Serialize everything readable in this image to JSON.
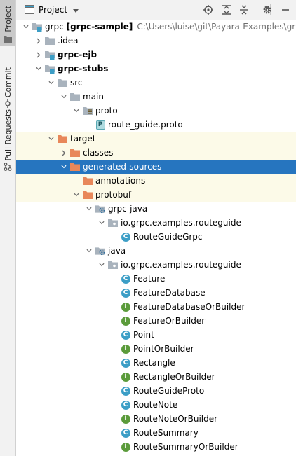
{
  "sidebar": {
    "tabs": [
      {
        "label": "Project",
        "active": true
      },
      {
        "label": "Commit",
        "active": false
      },
      {
        "label": "Pull Requests",
        "active": false
      }
    ]
  },
  "toolbar": {
    "title": "Project",
    "buttons": [
      "locate-icon",
      "expand-all-icon",
      "collapse-all-icon",
      "gear-icon",
      "hide-icon"
    ]
  },
  "colors": {
    "selection": "#2675bf",
    "excluded_row": "#fcfae8",
    "folder": "#a9b3bd",
    "orange_folder": "#e8875a",
    "class_icon": "#3c9ec6",
    "interface_icon": "#5b9b3b"
  },
  "tree": [
    {
      "name": "grpc [grpc-sample]",
      "sub": "C:\\Users\\luise\\git\\Payara-Examples\\grpc",
      "depth": 0,
      "arrow": "down",
      "icon": "module-folder",
      "bold": false
    },
    {
      "name": ".idea",
      "depth": 1,
      "arrow": "right",
      "icon": "folder"
    },
    {
      "name": "grpc-ejb",
      "depth": 1,
      "arrow": "right",
      "icon": "module-folder",
      "bold": true
    },
    {
      "name": "grpc-stubs",
      "depth": 1,
      "arrow": "down",
      "icon": "module-folder",
      "bold": true
    },
    {
      "name": "src",
      "depth": 2,
      "arrow": "down",
      "icon": "folder"
    },
    {
      "name": "main",
      "depth": 3,
      "arrow": "down",
      "icon": "folder"
    },
    {
      "name": "proto",
      "depth": 4,
      "arrow": "down",
      "icon": "resource-folder"
    },
    {
      "name": "route_guide.proto",
      "depth": 5,
      "arrow": "none",
      "icon": "proto-file"
    },
    {
      "name": "target",
      "depth": 2,
      "arrow": "down",
      "icon": "orange-folder",
      "excluded": true
    },
    {
      "name": "classes",
      "depth": 3,
      "arrow": "right",
      "icon": "orange-folder",
      "excluded": true
    },
    {
      "name": "generated-sources",
      "depth": 3,
      "arrow": "down",
      "icon": "orange-folder",
      "selected": true
    },
    {
      "name": "annotations",
      "depth": 4,
      "arrow": "none",
      "icon": "orange-folder",
      "excluded": true
    },
    {
      "name": "protobuf",
      "depth": 4,
      "arrow": "down",
      "icon": "orange-folder",
      "excluded": true
    },
    {
      "name": "grpc-java",
      "depth": 5,
      "arrow": "down",
      "icon": "gen-source-root"
    },
    {
      "name": "io.grpc.examples.routeguide",
      "depth": 6,
      "arrow": "down",
      "icon": "package"
    },
    {
      "name": "RouteGuideGrpc",
      "depth": 7,
      "arrow": "none",
      "icon": "class"
    },
    {
      "name": "java",
      "depth": 5,
      "arrow": "down",
      "icon": "gen-source-root"
    },
    {
      "name": "io.grpc.examples.routeguide",
      "depth": 6,
      "arrow": "down",
      "icon": "package"
    },
    {
      "name": "Feature",
      "depth": 7,
      "arrow": "none",
      "icon": "class"
    },
    {
      "name": "FeatureDatabase",
      "depth": 7,
      "arrow": "none",
      "icon": "class"
    },
    {
      "name": "FeatureDatabaseOrBuilder",
      "depth": 7,
      "arrow": "none",
      "icon": "interface"
    },
    {
      "name": "FeatureOrBuilder",
      "depth": 7,
      "arrow": "none",
      "icon": "interface"
    },
    {
      "name": "Point",
      "depth": 7,
      "arrow": "none",
      "icon": "class"
    },
    {
      "name": "PointOrBuilder",
      "depth": 7,
      "arrow": "none",
      "icon": "interface"
    },
    {
      "name": "Rectangle",
      "depth": 7,
      "arrow": "none",
      "icon": "class"
    },
    {
      "name": "RectangleOrBuilder",
      "depth": 7,
      "arrow": "none",
      "icon": "interface"
    },
    {
      "name": "RouteGuideProto",
      "depth": 7,
      "arrow": "none",
      "icon": "class"
    },
    {
      "name": "RouteNote",
      "depth": 7,
      "arrow": "none",
      "icon": "class"
    },
    {
      "name": "RouteNoteOrBuilder",
      "depth": 7,
      "arrow": "none",
      "icon": "interface"
    },
    {
      "name": "RouteSummary",
      "depth": 7,
      "arrow": "none",
      "icon": "class"
    },
    {
      "name": "RouteSummaryOrBuilder",
      "depth": 7,
      "arrow": "none",
      "icon": "interface"
    }
  ]
}
